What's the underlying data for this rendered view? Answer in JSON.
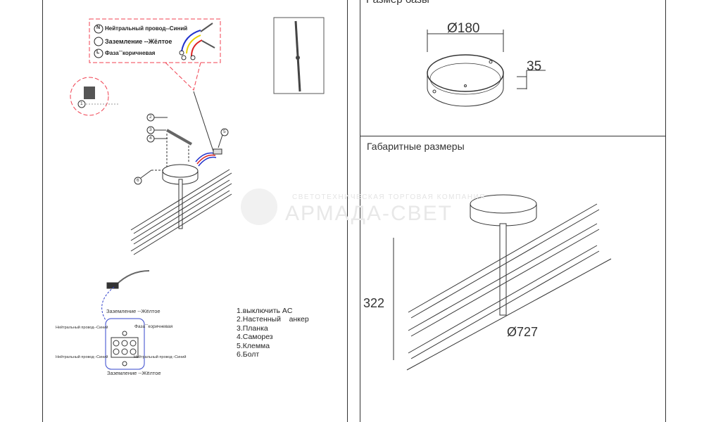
{
  "base_section": {
    "title": "Размер базы",
    "diameter": "Ø180",
    "height": "35"
  },
  "overall_section": {
    "title": "Габаритные размеры",
    "height": "322",
    "diameter": "Ø727"
  },
  "wiring_legend": {
    "neutral": "Нейтральный провод--Синий",
    "ground": "Заземление --Жёлтое",
    "phase": "Фазаˉˉкоричневая",
    "neutral_symbol": "N",
    "phase_symbol": "L"
  },
  "terminal_labels": {
    "ground_top": "Заземление --Жёлтое",
    "phase": "Фазаˉˉкоричневая",
    "neutral_left_top": "Нейтральный провод--Синий",
    "neutral_left_bottom": "Нейтральный провод--Синий",
    "neutral_right": "Нейтральный провод--Синий",
    "ground_bottom": "Заземление --Жёлтое"
  },
  "callouts": [
    "1",
    "2",
    "3",
    "4",
    "5",
    "6"
  ],
  "parts_list": [
    "1.выключить AC",
    "2.Настенный    анкер",
    "3.Планка",
    "4.Саморез",
    "5.Клемма",
    "6.Болт"
  ],
  "watermark": {
    "subtitle": "СВЕТОТЕХНИЧЕСКАЯ ТОРГОВАЯ КОМПАНИЯ",
    "brand": "АРМАДА-СВЕТ"
  },
  "colors": {
    "neutral": "#2233cc",
    "ground": "#e8d000",
    "phase": "#dd2222",
    "callout_border": "#f04050"
  }
}
